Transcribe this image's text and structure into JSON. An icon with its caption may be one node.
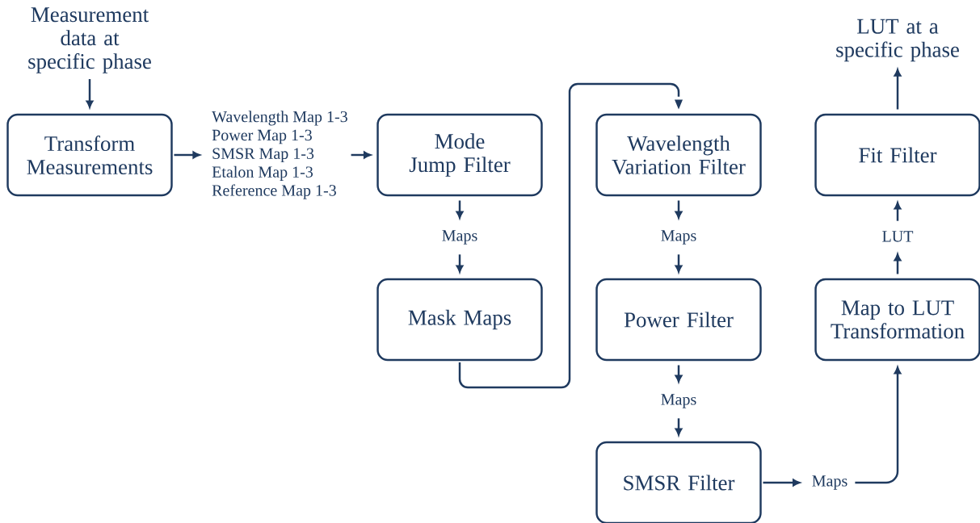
{
  "diagram": {
    "nodes": [
      {
        "text": [
          "Measurement data at specific phase"
        ]
      },
      {
        "text": [
          "Transform Measurements"
        ]
      },
      {
        "text": [
          "Wavelength Map 1-3",
          "Power Map 1-3",
          "SMSR Map 1-3",
          "Etalon Map 1-3",
          "Reference Map 1-3"
        ]
      },
      {
        "text": [
          "Mode Jump Filter"
        ]
      },
      {
        "text": [
          "Maps"
        ]
      },
      {
        "text": [
          "Mask Maps"
        ]
      },
      {
        "text": [
          "Wavelength Variation Filter"
        ]
      },
      {
        "text": [
          "Maps"
        ]
      },
      {
        "text": [
          "Power Filter"
        ]
      },
      {
        "text": [
          "Maps"
        ]
      },
      {
        "text": [
          "SMSR Filter"
        ]
      },
      {
        "text": [
          "Maps"
        ]
      },
      {
        "text": [
          "Map to LUT Transformation"
        ]
      },
      {
        "text": [
          "LUT"
        ]
      },
      {
        "text": [
          "Fit Filter"
        ]
      },
      {
        "text": [
          "LUT at a specific phase"
        ]
      }
    ],
    "edges": [
      {
        "from": 0,
        "to": 1,
        "arrow": "to"
      },
      {
        "from": 1,
        "to": 2,
        "arrow": "to"
      },
      {
        "from": 2,
        "to": 3,
        "arrow": "to"
      },
      {
        "from": 3,
        "to": 4,
        "arrow": "to"
      },
      {
        "from": 4,
        "to": 5,
        "arrow": "to"
      },
      {
        "from": 5,
        "to": 6,
        "arrow": "to"
      },
      {
        "from": 6,
        "to": 7,
        "arrow": "to"
      },
      {
        "from": 7,
        "to": 8,
        "arrow": "to"
      },
      {
        "from": 8,
        "to": 9,
        "arrow": "to"
      },
      {
        "from": 9,
        "to": 10,
        "arrow": "to"
      },
      {
        "from": 10,
        "to": 11,
        "arrow": "to"
      },
      {
        "from": 11,
        "to": 12,
        "arrow": "to"
      },
      {
        "from": 12,
        "to": 13,
        "arrow": "to"
      },
      {
        "from": 13,
        "to": 14,
        "arrow": "to"
      },
      {
        "from": 14,
        "to": 15,
        "arrow": "to"
      }
    ]
  }
}
